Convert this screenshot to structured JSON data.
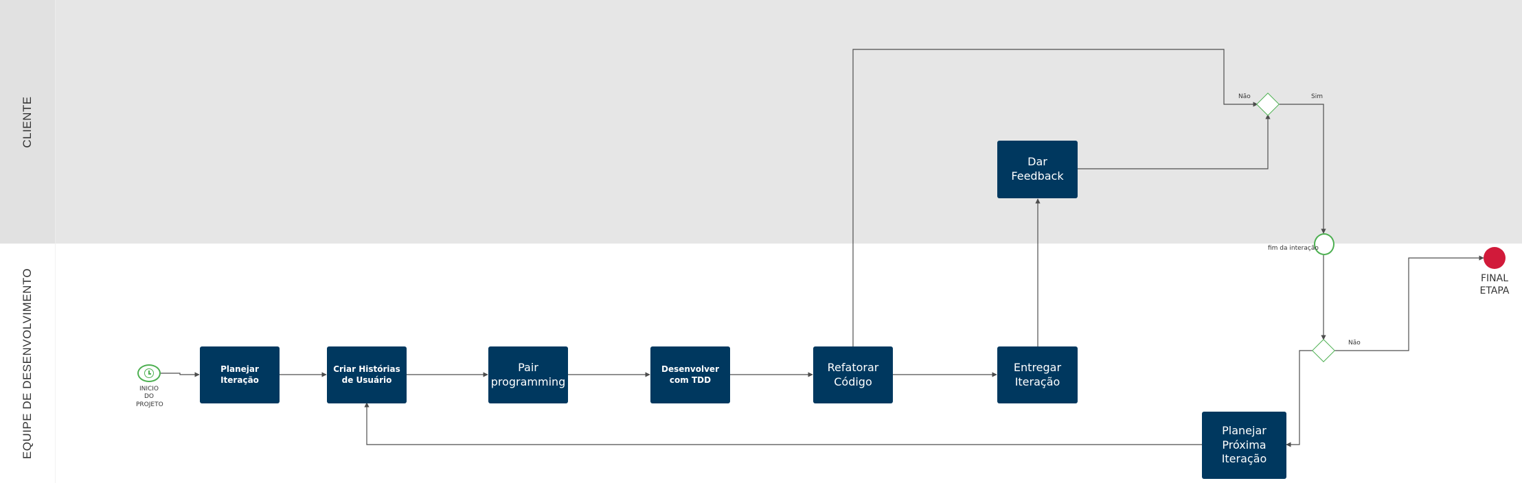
{
  "lanes": {
    "cliente": "CLIENTE",
    "equipe": "EQUIPE DE DESENVOLVIMENTO"
  },
  "events": {
    "start_label": "INICIO DO PROJETO",
    "intermediate_label": "fim da interação",
    "end_label": "FINAL ETAPA"
  },
  "tasks": {
    "planejar_iteracao": "Planejar Iteração",
    "criar_historias": "Criar Histórias de Usuário",
    "pair_programming": "Pair programming",
    "desenvolver_tdd": "Desenvolver com TDD",
    "refatorar_codigo": "Refatorar Código",
    "entregar_iteracao": "Entregar Iteração",
    "dar_feedback": "Dar Feedback",
    "planejar_proxima": "Planejar Próxima Iteração"
  },
  "gateway_labels": {
    "feedback_nao": "Não",
    "feedback_sim": "Sim",
    "final_nao": "Não"
  },
  "colors": {
    "task_fill": "#00385f",
    "lane_cliente_bg": "#e6e6e6",
    "event_stroke": "#4caf50",
    "end_fill": "#d11a3a",
    "connector": "#4d4d4d"
  }
}
